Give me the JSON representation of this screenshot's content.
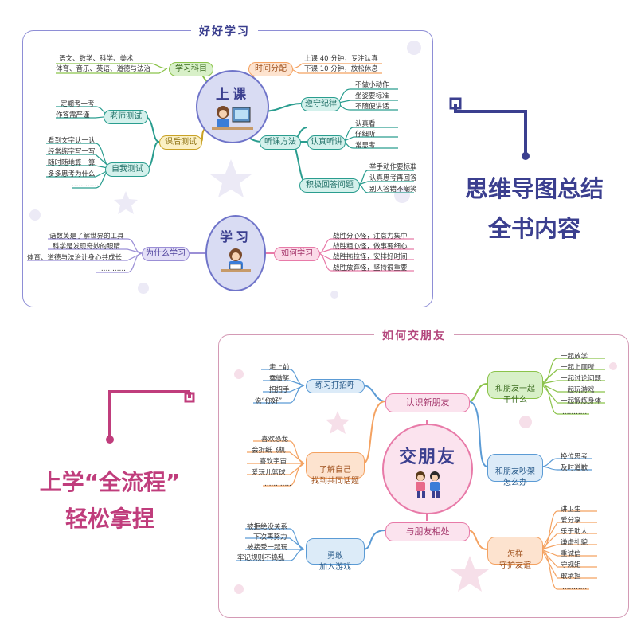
{
  "colors": {
    "blue_border": "#8e8ed6",
    "pink_border": "#d49ab5",
    "navy": "#3b3f8f",
    "magenta": "#c03d7c"
  },
  "top_panel": {
    "title": "好好学习",
    "node1": {
      "center": "上课",
      "subjects": {
        "label": "学习科目",
        "leaves": [
          "语文、数学、科学、美术",
          "体育、音乐、英语、道德与法治"
        ]
      },
      "time": {
        "label": "时间分配",
        "leaves": [
          "上课 40 分钟，专注认真",
          "下课 10 分钟，放松休息"
        ]
      },
      "discipline": {
        "label": "遵守纪律",
        "leaves": [
          "不做小动作",
          "坐姿要标准",
          "不随便讲话"
        ]
      },
      "method": {
        "label": "听课方法"
      },
      "listen": {
        "label": "认真听讲",
        "leaves": [
          "认真看",
          "仔细听",
          "常思考"
        ]
      },
      "answer": {
        "label": "积极回答问题",
        "leaves": [
          "举手动作要标准",
          "认真思考再回答",
          "别人答错不嘲笑"
        ]
      },
      "after": {
        "label": "课后测试"
      },
      "teacher": {
        "label": "老师测试",
        "leaves": [
          "定期考一考",
          "作答需严谨"
        ]
      },
      "self": {
        "label": "自我测试",
        "leaves": [
          "看到文字认一认",
          "经常练字写一写",
          "随时随地算一算",
          "多多思考为什么",
          "…………"
        ]
      }
    },
    "node2": {
      "center": "学习",
      "why": {
        "label": "为什么学习",
        "leaves": [
          "语数英是了解世界的工具",
          "科学是发现奇妙的眼睛",
          "体育、道德与法治让身心共成长",
          "…………"
        ]
      },
      "how": {
        "label": "如何学习",
        "leaves": [
          "战胜分心怪，注意力集中",
          "战胜粗心怪，做事要细心",
          "战胜拖拉怪，安排好时间",
          "战胜放弃怪，坚持很重要"
        ]
      }
    }
  },
  "bottom_panel": {
    "title": "如何交朋友",
    "center": "交朋友",
    "meet": {
      "label": "认识新朋友"
    },
    "greet": {
      "label": "练习打招呼",
      "leaves": [
        "走上前",
        "露微笑",
        "招招手",
        "说“你好”"
      ]
    },
    "common": {
      "label": "了解自己\n找到共同话题",
      "leaves": [
        "喜欢恐龙",
        "会折纸飞机",
        "喜欢宇宙",
        "爱玩儿篮球",
        "…………"
      ]
    },
    "brave": {
      "label": "勇敢\n加入游戏",
      "leaves": [
        "被拒绝没关系",
        "下次再努力",
        "被接受一起玩",
        "牢记规则不捣乱"
      ]
    },
    "together": {
      "label": "与朋友相处"
    },
    "with_friend": {
      "label": "和朋友一起\n干什么",
      "leaves": [
        "一起放学",
        "一起上厕所",
        "一起讨论问题",
        "一起玩游戏",
        "一起锻炼身体",
        "…………"
      ]
    },
    "quarrel": {
      "label": "和朋友吵架\n怎么办",
      "leaves": [
        "换位思考",
        "及时道歉"
      ]
    },
    "protect": {
      "label": "怎样\n守护友谊",
      "leaves": [
        "讲卫生",
        "爱分享",
        "乐于助人",
        "谦虚礼貌",
        "重诚信",
        "守规矩",
        "敢承担",
        "…………"
      ]
    }
  },
  "slogan_right": {
    "line1": "思维导图总结",
    "line2": "全书内容"
  },
  "slogan_left": {
    "line1": "上学“全流程”",
    "line2": "轻松拿捏"
  }
}
